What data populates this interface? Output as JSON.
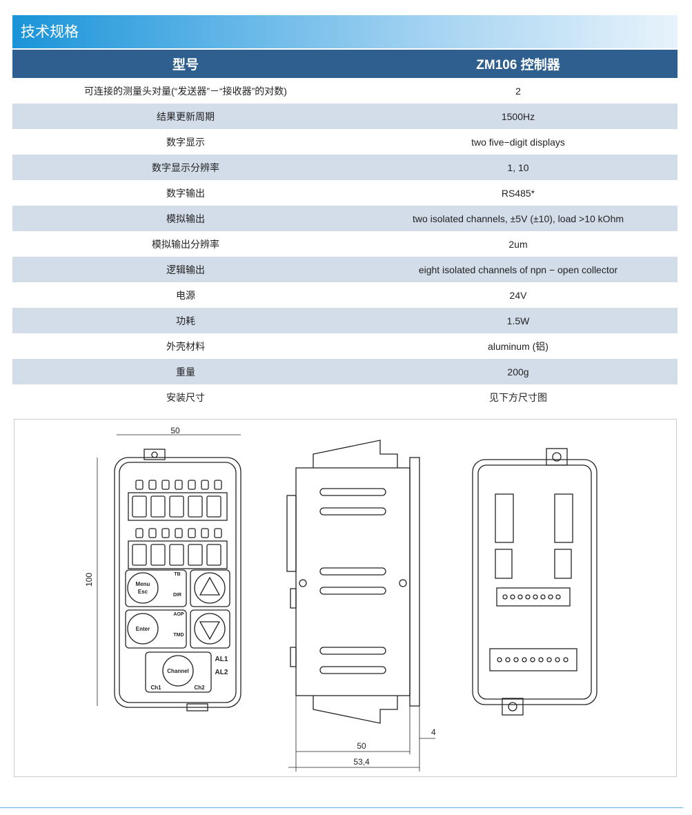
{
  "title": "技术规格",
  "table": {
    "headers": [
      "型号",
      "ZM106 控制器"
    ],
    "rows": [
      [
        "可连接的测量头对量(“发送器”－“接收器”的对数)",
        "2"
      ],
      [
        "结果更新周期",
        "1500Hz"
      ],
      [
        "数字显示",
        "two five−digit displays"
      ],
      [
        "数字显示分辨率",
        "1, 10"
      ],
      [
        "数字输出",
        "RS485*"
      ],
      [
        "模拟输出",
        "two isolated channels, ±5V (±10), load >10 kOhm"
      ],
      [
        "模拟输出分辨率",
        "2um"
      ],
      [
        "逻辑输出",
        "eight isolated channels of npn − open collector"
      ],
      [
        "电源",
        "24V"
      ],
      [
        "功耗",
        "1.5W"
      ],
      [
        "外壳材料",
        "aluminum (铝)"
      ],
      [
        "重量",
        "200g"
      ],
      [
        "安装尺寸",
        "见下方尺寸图"
      ]
    ]
  },
  "drawing": {
    "dim_width": "50",
    "dim_height": "100",
    "menu": "Menu",
    "esc": "Esc",
    "enter": "Enter",
    "channel": "Channel",
    "ch1": "Ch1",
    "ch2": "Ch2",
    "tb": "TB",
    "dir": "DIR",
    "aop": "AOP",
    "tmd": "TMD",
    "al1": "AL1",
    "al2": "AL2",
    "dim_4": "4",
    "dim_50": "50",
    "dim_534": "53,4"
  }
}
